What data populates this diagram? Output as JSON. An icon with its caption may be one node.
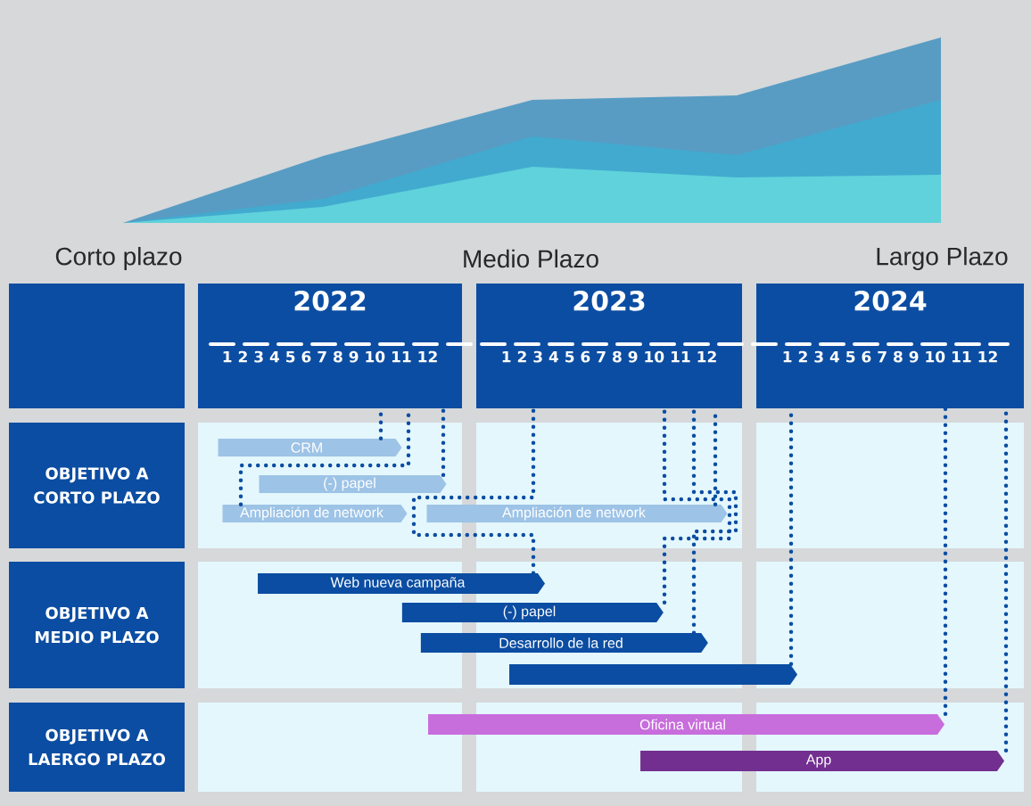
{
  "diagram": {
    "nodes": [
      {
        "text": [],
        "shape": "box"
      },
      {
        "text": [
          "2022",
          "1 2 3 4 5 6 7 8 9 10 11 12"
        ]
      },
      {
        "text": [
          "2023",
          "1 2 3 4 5 6 7 8 9 10 11 12"
        ]
      },
      {
        "text": [
          "2024",
          "1 2 3 4 5 6 7 8 9 10 11 12"
        ]
      },
      {
        "text": [
          "OBJETIVO A CORTO PLAZO"
        ]
      },
      {
        "text": [
          "OBJETIVO A MEDIO PLAZO"
        ]
      },
      {
        "text": [
          "OBJETIVO A LAERGO PLAZO"
        ]
      },
      {
        "text": [
          "CRM"
        ]
      },
      {
        "text": [
          "(-) papel"
        ]
      },
      {
        "text": [
          "Ampliación de network"
        ]
      },
      {
        "text": [
          "Ampliación de network"
        ]
      },
      {
        "text": [
          "Web nueva campaña"
        ]
      },
      {
        "text": [
          "(-) papel"
        ]
      },
      {
        "text": [
          "Desarrollo de la red"
        ]
      },
      {
        "text": [],
        "shape": "bar"
      },
      {
        "text": [
          "Oficina virtual"
        ]
      },
      {
        "text": [
          "App"
        ]
      }
    ],
    "edges": [
      {
        "from": 7,
        "to": 1,
        "arrow": "none",
        "style": "dashed"
      },
      {
        "from": 9,
        "to": 1,
        "arrow": "none",
        "style": "dashed"
      },
      {
        "from": 8,
        "to": 1,
        "arrow": "none",
        "style": "dashed"
      },
      {
        "from": 11,
        "to": 2,
        "arrow": "none",
        "style": "dashed"
      },
      {
        "from": 12,
        "to": 2,
        "arrow": "none",
        "style": "dashed"
      },
      {
        "from": 13,
        "to": 2,
        "arrow": "none",
        "style": "dashed"
      },
      {
        "from": 10,
        "to": 2,
        "arrow": "none",
        "style": "dashed"
      },
      {
        "from": 14,
        "to": 3,
        "arrow": "none",
        "style": "dashed"
      },
      {
        "from": 15,
        "to": 3,
        "arrow": "none",
        "style": "dashed"
      },
      {
        "from": 16,
        "to": 3,
        "arrow": "none",
        "style": "dashed"
      }
    ],
    "labels": [
      "Corto plazo",
      "Medio Plazo",
      "Largo Plazo"
    ]
  }
}
